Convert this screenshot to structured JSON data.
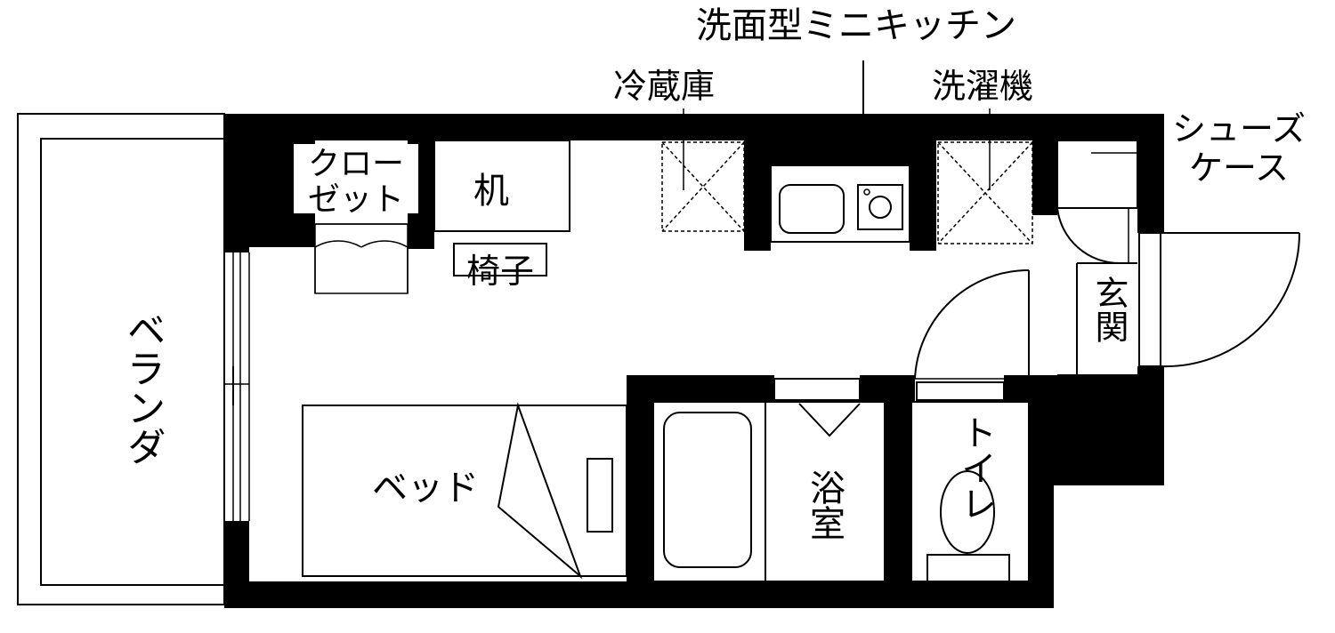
{
  "labels": {
    "kitchen": "洗面型ミニキッチン",
    "fridge": "冷蔵庫",
    "washer": "洗濯機",
    "shoe_case_1": "シューズ",
    "shoe_case_2": "ケース",
    "closet_1": "クロー",
    "closet_2": "ゼット",
    "desk": "机",
    "chair": "椅子",
    "veranda": "ベランダ",
    "entrance": "玄関",
    "bed": "ベッド",
    "bath": "浴室",
    "toilet": "トイレ"
  }
}
